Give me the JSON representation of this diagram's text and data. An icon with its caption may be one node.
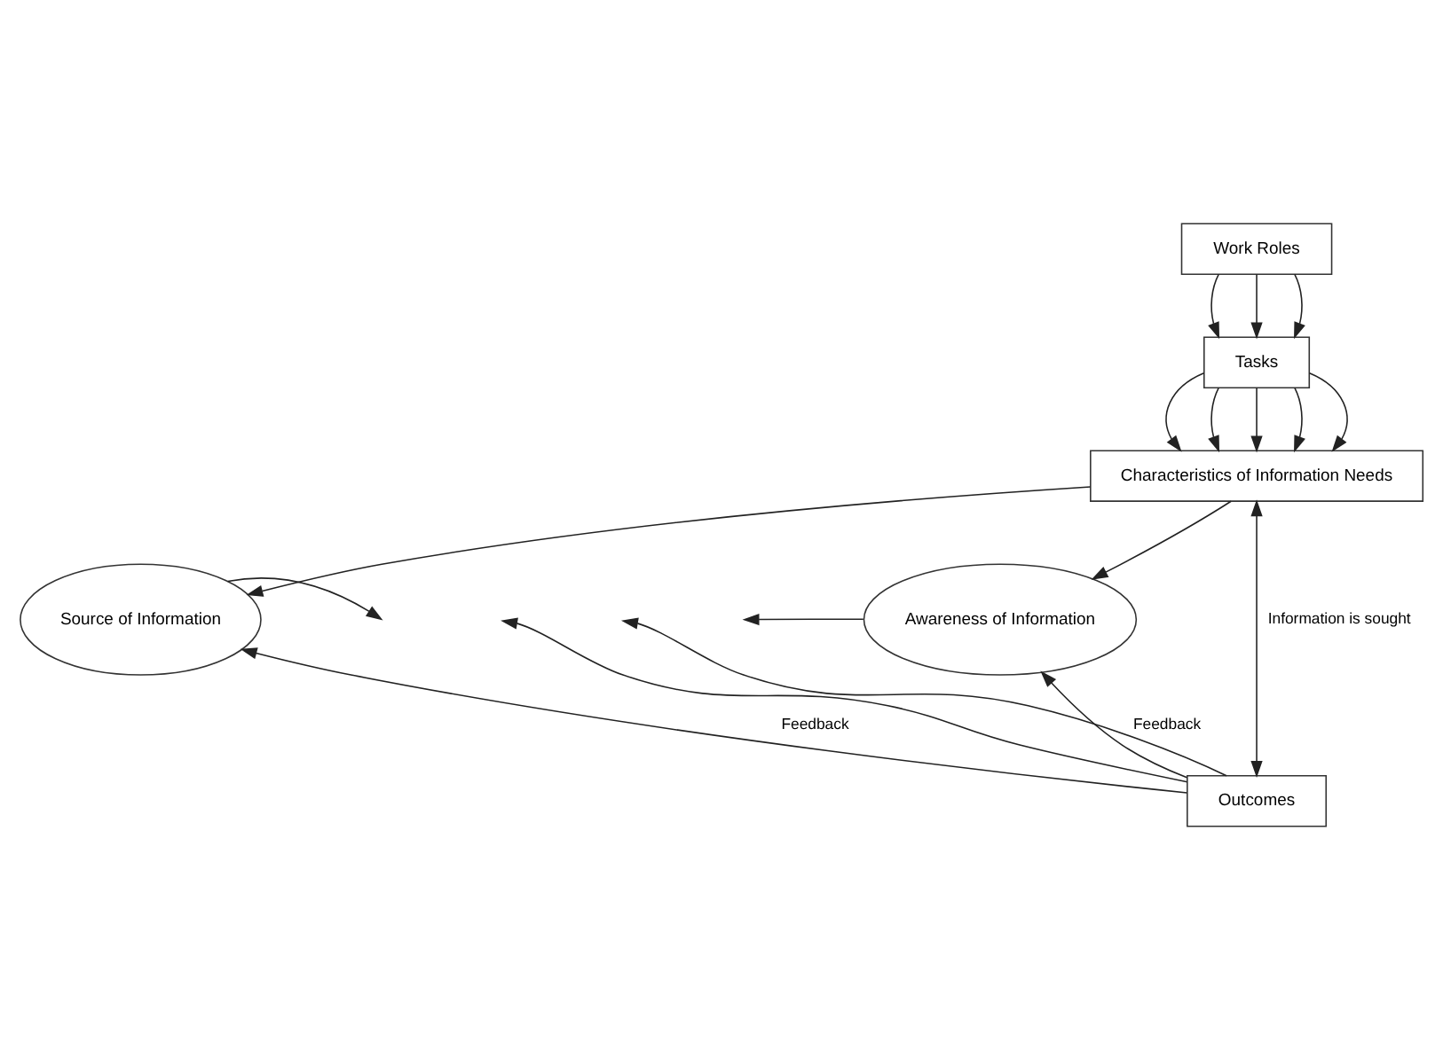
{
  "diagram": {
    "nodes": [
      {
        "text": [
          "Work Roles"
        ]
      },
      {
        "text": [
          "Tasks"
        ]
      },
      {
        "text": [
          "Characteristics of Information Needs"
        ]
      },
      {
        "text": [
          "Source of Information"
        ]
      },
      {
        "text": [
          "Awareness of Information"
        ]
      },
      {
        "text": [
          "Outcomes"
        ]
      }
    ],
    "edges": [
      {
        "from": 0,
        "to": 1,
        "arrow": "to"
      },
      {
        "from": 0,
        "to": 1,
        "arrow": "to"
      },
      {
        "from": 0,
        "to": 1,
        "arrow": "to"
      },
      {
        "from": 1,
        "to": 2,
        "arrow": "to"
      },
      {
        "from": 1,
        "to": 2,
        "arrow": "to"
      },
      {
        "from": 1,
        "to": 2,
        "arrow": "to"
      },
      {
        "from": 1,
        "to": 2,
        "arrow": "to"
      },
      {
        "from": 1,
        "to": 2,
        "arrow": "to"
      },
      {
        "from": 2,
        "to": 3,
        "arrow": "to"
      },
      {
        "from": 2,
        "to": 4,
        "arrow": "to"
      },
      {
        "from": 3,
        "to": null,
        "arrow": "to"
      },
      {
        "from": 4,
        "to": null,
        "arrow": "to"
      },
      {
        "from": 2,
        "to": 5,
        "label": "Information is sought",
        "arrow": "both"
      },
      {
        "from": 5,
        "to": null,
        "arrow": "to"
      },
      {
        "from": 5,
        "to": null,
        "arrow": "to"
      },
      {
        "from": 5,
        "to": 3,
        "label": "Feedback",
        "arrow": "to"
      },
      {
        "from": 5,
        "to": 4,
        "label": "Feedback",
        "arrow": "to"
      }
    ]
  }
}
